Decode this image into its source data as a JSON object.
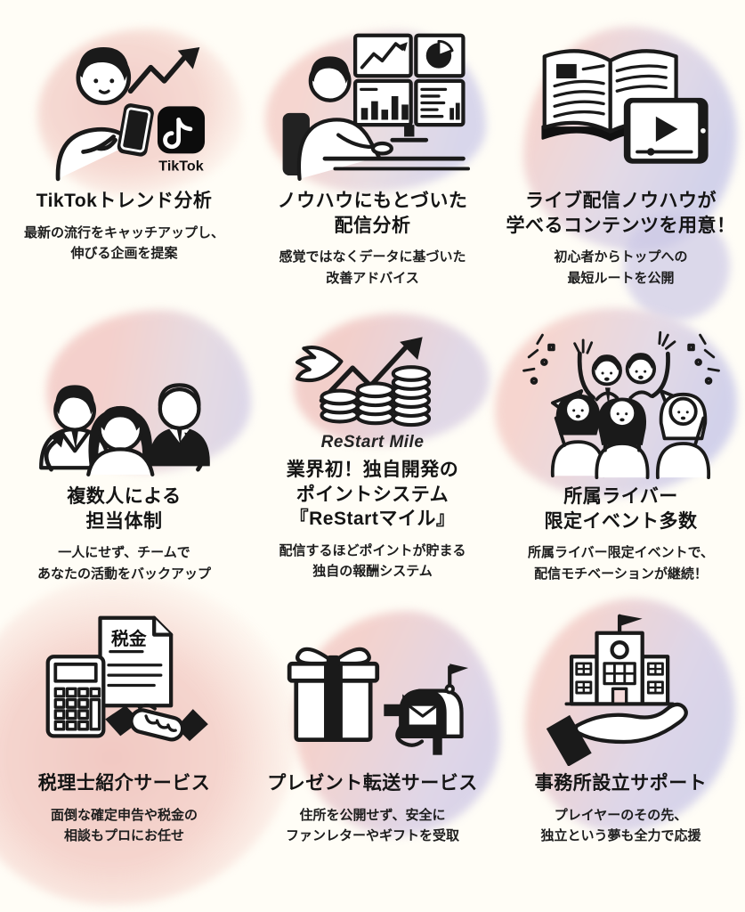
{
  "page": {
    "background_color": "#fffdf6",
    "blob_pink": "#f2c5c1",
    "blob_lavender": "#c9c9e7",
    "text_color": "#171717"
  },
  "features": [
    {
      "icon": "tiktok-trend-illustration",
      "badge_label": "TikTok",
      "title_lines": [
        "TikTokトレンド分析"
      ],
      "desc_lines": [
        "最新の流行をキャッチアップし、",
        "伸びる企画を提案"
      ]
    },
    {
      "icon": "streaming-analytics-illustration",
      "title_lines": [
        "ノウハウにもとづいた",
        "配信分析"
      ],
      "desc_lines": [
        "感覚ではなくデータに基づいた",
        "改善アドバイス"
      ]
    },
    {
      "icon": "learning-content-illustration",
      "title_lines": [
        "ライブ配信ノウハウが",
        "学べるコンテンツを用意！"
      ],
      "desc_lines": [
        "初心者からトップへの",
        "最短ルートを公開"
      ]
    },
    {
      "icon": "multi-person-team-illustration",
      "title_lines": [
        "複数人による",
        "担当体制"
      ],
      "desc_lines": [
        "一人にせず、チームで",
        "あなたの活動をバックアップ"
      ]
    },
    {
      "icon": "restart-mile-illustration",
      "icon_caption": "ReStart Mile",
      "title_lines": [
        "業界初！独自開発の",
        "ポイントシステム",
        "『ReStartマイル』"
      ],
      "desc_lines": [
        "配信するほどポイントが貯まる",
        "独自の報酬システム"
      ]
    },
    {
      "icon": "exclusive-events-illustration",
      "title_lines": [
        "所属ライバー",
        "限定イベント多数"
      ],
      "desc_lines": [
        "所属ライバー限定イベントで、",
        "配信モチベーションが継続！"
      ]
    },
    {
      "icon": "tax-accountant-illustration",
      "doc_label": "税金",
      "title_lines": [
        "税理士紹介サービス"
      ],
      "desc_lines": [
        "面倒な確定申告や税金の",
        "相談もプロにお任せ"
      ]
    },
    {
      "icon": "gift-forwarding-illustration",
      "title_lines": [
        "プレゼント転送サービス"
      ],
      "desc_lines": [
        "住所を公開せず、安全に",
        "ファンレターやギフトを受取"
      ]
    },
    {
      "icon": "office-support-illustration",
      "title_lines": [
        "事務所設立サポート"
      ],
      "desc_lines": [
        "プレイヤーのその先、",
        "独立という夢も全力で応援"
      ]
    }
  ]
}
